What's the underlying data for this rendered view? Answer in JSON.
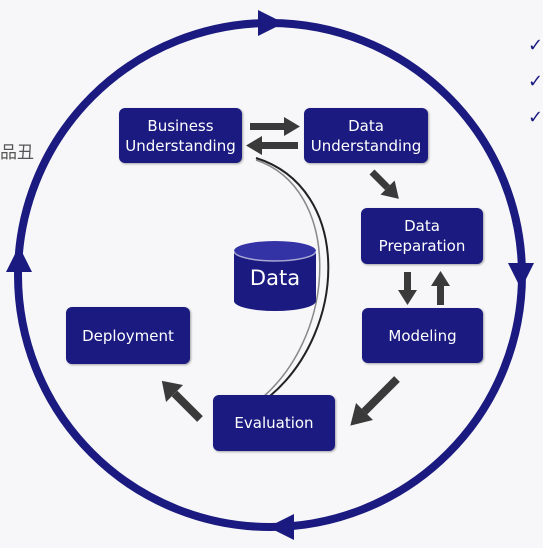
{
  "colors": {
    "accent": "#1a1a80",
    "arrow": "#3a3a3a",
    "background": "#f7f7f9"
  },
  "side_text": "品丑",
  "center_label": "Data",
  "nodes": {
    "business_understanding": "Business\nUnderstanding",
    "data_understanding": "Data\nUnderstanding",
    "data_preparation": "Data\nPreparation",
    "modeling": "Modeling",
    "evaluation": "Evaluation",
    "deployment": "Deployment"
  },
  "checkmarks": [
    "✓",
    "✓",
    "✓"
  ]
}
